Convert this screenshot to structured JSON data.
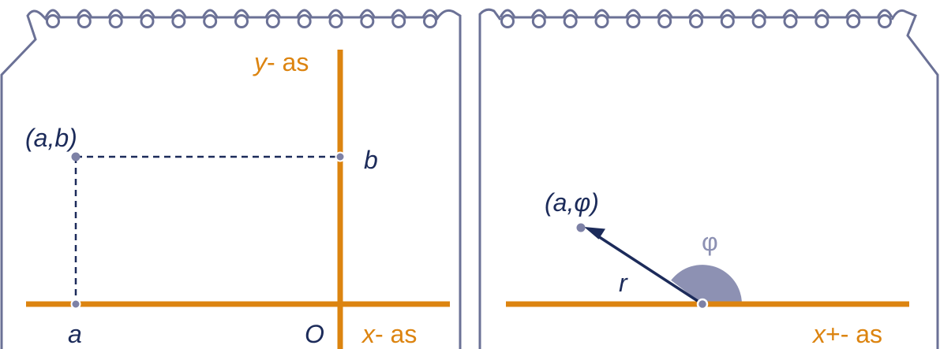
{
  "colors": {
    "frame": "#6b7196",
    "axis": "#dc8410",
    "navy": "#1c2b5a",
    "point": "#7d81a6",
    "angle_fill": "#8d91b3"
  },
  "left_panel": {
    "y_axis": {
      "var": "y",
      "suffix": "- as"
    },
    "x_axis": {
      "var": "x",
      "suffix": "- as"
    },
    "origin_label": "O",
    "point_label": "(a,b)",
    "x_tick_label": "a",
    "y_tick_label": "b"
  },
  "right_panel": {
    "x_axis": {
      "var": "x",
      "suffix": "+- as"
    },
    "point_label": "(a,φ)",
    "radius_label": "r",
    "angle_label": "φ"
  }
}
